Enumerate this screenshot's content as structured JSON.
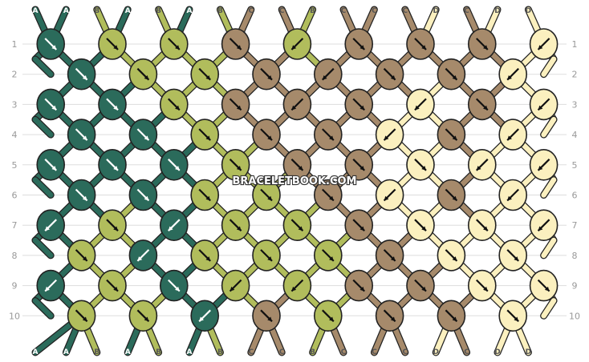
{
  "watermark": "BRACELETBOOK.COM",
  "colors": {
    "A": "#2b6b5b",
    "B": "#b1bd5c",
    "C": "#a68a6b",
    "D": "#fbf0bf"
  },
  "thread_colors_top": [
    "A",
    "A",
    "B",
    "A",
    "B",
    "A",
    "B",
    "C",
    "C",
    "B",
    "C",
    "C",
    "C",
    "D",
    "C",
    "D",
    "D"
  ],
  "thread_colors_bottom": [
    "A",
    "A",
    "B",
    "A",
    "B",
    "A",
    "B",
    "C",
    "C",
    "B",
    "C",
    "C",
    "C",
    "D",
    "C",
    "D",
    "D"
  ],
  "row_labels": [
    "1",
    "2",
    "3",
    "4",
    "5",
    "6",
    "7",
    "8",
    "9",
    "10"
  ],
  "knots": [
    [
      {
        "c": "A",
        "d": "br"
      },
      {
        "c": "B",
        "d": "br"
      },
      {
        "c": "B",
        "d": "br"
      },
      {
        "c": "C",
        "d": "br"
      },
      {
        "c": "B",
        "d": "bl"
      },
      {
        "c": "C",
        "d": "br"
      },
      {
        "c": "C",
        "d": "br"
      },
      {
        "c": "C",
        "d": "br"
      },
      {
        "c": "D",
        "d": "bl"
      }
    ],
    [
      {
        "c": "A",
        "d": "br"
      },
      {
        "c": "B",
        "d": "br"
      },
      {
        "c": "B",
        "d": "br"
      },
      {
        "c": "C",
        "d": "fr"
      },
      {
        "c": "C",
        "d": "bl"
      },
      {
        "c": "C",
        "d": "br"
      },
      {
        "c": "C",
        "d": "br"
      },
      {
        "c": "D",
        "d": "bl"
      }
    ],
    [
      {
        "c": "A",
        "d": "br"
      },
      {
        "c": "A",
        "d": "br"
      },
      {
        "c": "B",
        "d": "br"
      },
      {
        "c": "C",
        "d": "fr"
      },
      {
        "c": "C",
        "d": "fl"
      },
      {
        "c": "C",
        "d": "br"
      },
      {
        "c": "D",
        "d": "bl"
      },
      {
        "c": "C",
        "d": "fr"
      },
      {
        "c": "D",
        "d": "bl"
      }
    ],
    [
      {
        "c": "A",
        "d": "br"
      },
      {
        "c": "A",
        "d": "br"
      },
      {
        "c": "B",
        "d": "br"
      },
      {
        "c": "C",
        "d": "br"
      },
      {
        "c": "C",
        "d": "br"
      },
      {
        "c": "D",
        "d": "fl"
      },
      {
        "c": "C",
        "d": "br"
      },
      {
        "c": "D",
        "d": "bl"
      }
    ],
    [
      {
        "c": "A",
        "d": "br"
      },
      {
        "c": "A",
        "d": "br"
      },
      {
        "c": "A",
        "d": "br"
      },
      {
        "c": "B",
        "d": "br"
      },
      {
        "c": "C",
        "d": "br"
      },
      {
        "c": "C",
        "d": "br"
      },
      {
        "c": "D",
        "d": "fr"
      },
      {
        "c": "D",
        "d": "bl"
      },
      {
        "c": "D",
        "d": "bl"
      }
    ],
    [
      {
        "c": "A",
        "d": "br"
      },
      {
        "c": "A",
        "d": "br"
      },
      {
        "c": "B",
        "d": "br"
      },
      {
        "c": "B",
        "d": "br"
      },
      {
        "c": "C",
        "d": "br"
      },
      {
        "c": "D",
        "d": "fl"
      },
      {
        "c": "C",
        "d": "br"
      },
      {
        "c": "D",
        "d": "fl"
      }
    ],
    [
      {
        "c": "A",
        "d": "bl"
      },
      {
        "c": "B",
        "d": "br"
      },
      {
        "c": "A",
        "d": "bl"
      },
      {
        "c": "B",
        "d": "br"
      },
      {
        "c": "B",
        "d": "br"
      },
      {
        "c": "C",
        "d": "br"
      },
      {
        "c": "D",
        "d": "br"
      },
      {
        "c": "D",
        "d": "br"
      },
      {
        "c": "D",
        "d": "fl"
      }
    ],
    [
      {
        "c": "B",
        "d": "br"
      },
      {
        "c": "A",
        "d": "bl"
      },
      {
        "c": "B",
        "d": "br"
      },
      {
        "c": "B",
        "d": "br"
      },
      {
        "c": "B",
        "d": "br"
      },
      {
        "c": "C",
        "d": "br"
      },
      {
        "c": "D",
        "d": "br"
      },
      {
        "c": "D",
        "d": "br"
      }
    ],
    [
      {
        "c": "A",
        "d": "bl"
      },
      {
        "c": "B",
        "d": "br"
      },
      {
        "c": "A",
        "d": "br"
      },
      {
        "c": "B",
        "d": "bl"
      },
      {
        "c": "B",
        "d": "fl"
      },
      {
        "c": "C",
        "d": "fr"
      },
      {
        "c": "C",
        "d": "br"
      },
      {
        "c": "D",
        "d": "br"
      },
      {
        "c": "D",
        "d": "br"
      }
    ],
    [
      {
        "c": "B",
        "d": "br"
      },
      {
        "c": "B",
        "d": "br"
      },
      {
        "c": "A",
        "d": "bl"
      },
      {
        "c": "C",
        "d": "br"
      },
      {
        "c": "B",
        "d": "br"
      },
      {
        "c": "C",
        "d": "br"
      },
      {
        "c": "C",
        "d": "fr"
      },
      {
        "c": "D",
        "d": "br"
      }
    ]
  ]
}
